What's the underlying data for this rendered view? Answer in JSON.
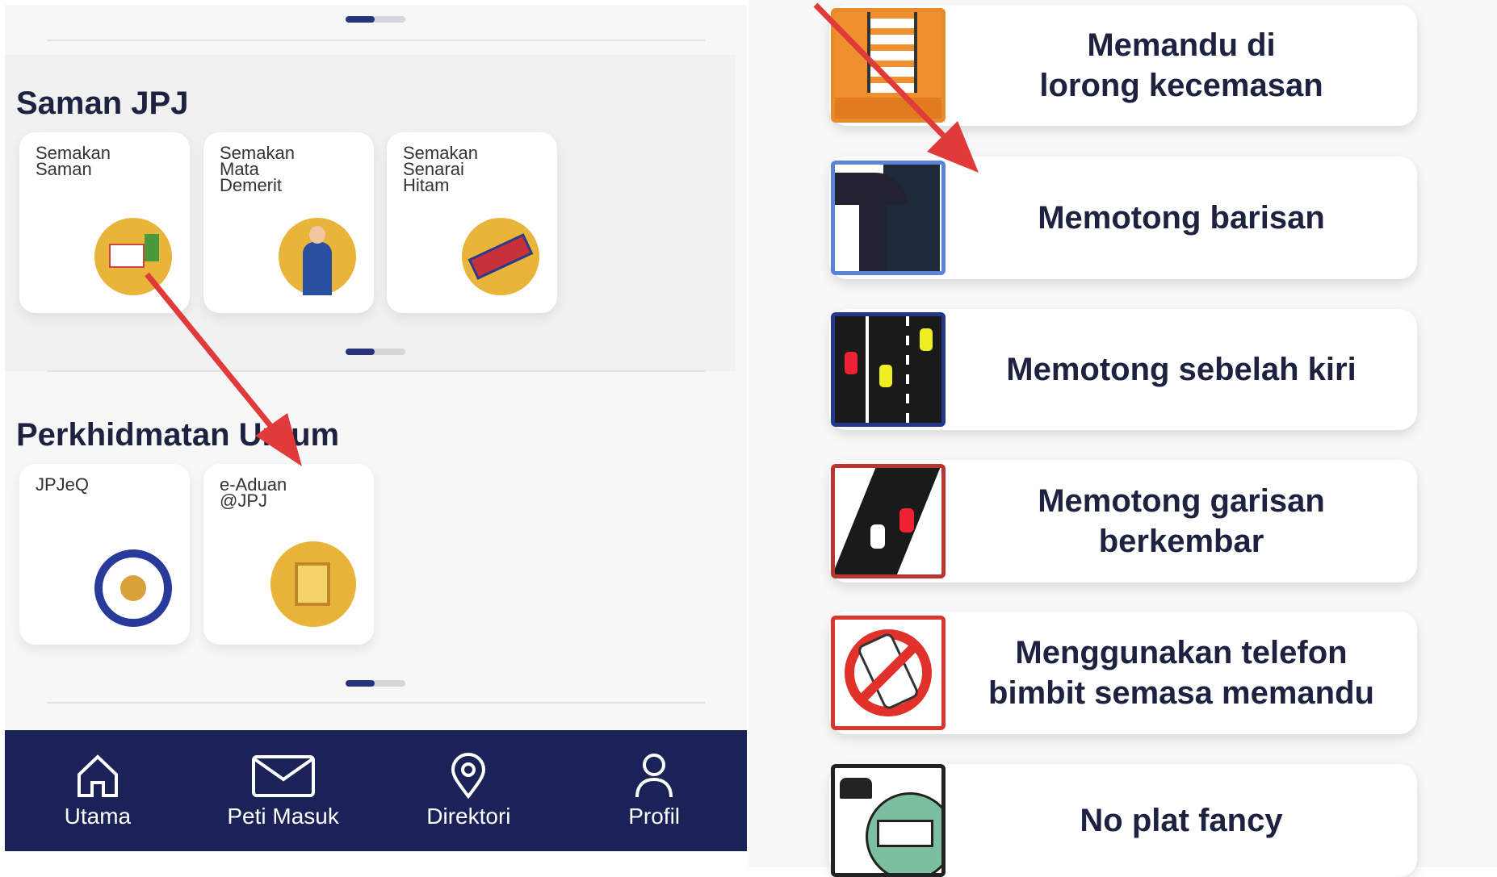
{
  "left_panel": {
    "sections": [
      {
        "title": "Saman JPJ",
        "cards": [
          {
            "label": "Semakan\nSaman",
            "icon": "summons-card-icon"
          },
          {
            "label": "Semakan\nMata\nDemerit",
            "icon": "demerit-man-icon"
          },
          {
            "label": "Semakan\nSenarai\nHitam",
            "icon": "blacklist-banner-icon"
          }
        ]
      },
      {
        "title": "Perkhidmatan Umum",
        "cards": [
          {
            "label": "JPJeQ",
            "icon": "queue-emblem-icon"
          },
          {
            "label": "e-Aduan\n@JPJ",
            "icon": "complaint-document-icon"
          }
        ]
      }
    ],
    "bottom_nav": [
      {
        "label": "Utama",
        "icon": "home-icon"
      },
      {
        "label": "Peti Masuk",
        "icon": "mail-icon"
      },
      {
        "label": "Direktori",
        "icon": "location-pin-icon"
      },
      {
        "label": "Profil",
        "icon": "user-icon"
      }
    ]
  },
  "right_panel": {
    "items": [
      {
        "label": "Memandu di\nlorong kecemasan",
        "icon": "emergency-lane-icon",
        "border": "#e88b2a"
      },
      {
        "label": "Memotong barisan",
        "icon": "queue-cutting-icon",
        "border": "#5b84d6"
      },
      {
        "label": "Memotong sebelah kiri",
        "icon": "left-overtake-icon",
        "border": "#23388a"
      },
      {
        "label": "Memotong garisan\nberkembar",
        "icon": "double-line-overtake-icon",
        "border": "#b8362f"
      },
      {
        "label": "Menggunakan telefon\nbimbit semasa memandu",
        "icon": "no-phone-icon",
        "border": "#d9372d"
      },
      {
        "label": "No plat fancy",
        "icon": "fancy-plate-icon",
        "border": "#222222"
      }
    ]
  },
  "colors": {
    "navy": "#1b2257",
    "accent_yellow": "#e8b43a",
    "arrow_red": "#e03a3a"
  }
}
